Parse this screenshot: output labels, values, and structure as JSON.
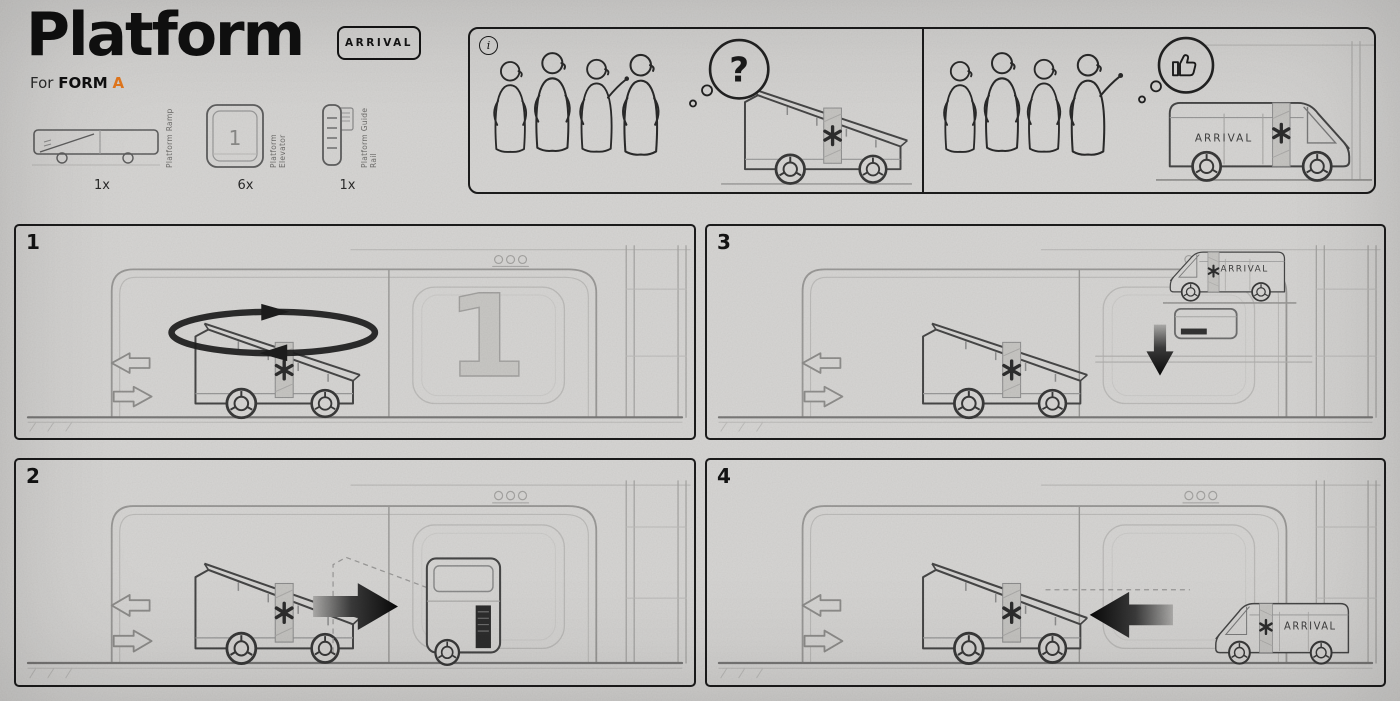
{
  "header": {
    "title": "Platform",
    "subtitle_prefix": "For",
    "subtitle_name": "FORM",
    "subtitle_variant": "A"
  },
  "brand": {
    "logo_text": "ARRIVAL"
  },
  "colors": {
    "background": "#d7d6d4",
    "accent_orange": "#e87a1e",
    "line_dark": "#1c1c1c",
    "line_light": "#9b9a98"
  },
  "parts": {
    "elevator_digit": "1",
    "items": [
      {
        "label": "Platform Ramp",
        "count": "1x",
        "icon": "platform-ramp-icon"
      },
      {
        "label": "Platform Elevator",
        "count": "6x",
        "icon": "platform-elevator-icon"
      },
      {
        "label": "Platform Guide Rail",
        "count": "1x",
        "icon": "platform-guide-rail-icon"
      }
    ]
  },
  "info_panel": {
    "info_icon": "i",
    "question_text": "?",
    "approve_icon": "thumbs-up-icon",
    "ramp_marker_icon": "asterisk-icon"
  },
  "steps": [
    {
      "number": "1",
      "bay_numeral": "1",
      "arrow": "rotate-arrow-icon"
    },
    {
      "number": "2",
      "arrow": "arrow-right-icon"
    },
    {
      "number": "3",
      "arrow": "arrow-down-icon"
    },
    {
      "number": "4",
      "arrow": "arrow-left-icon"
    }
  ]
}
